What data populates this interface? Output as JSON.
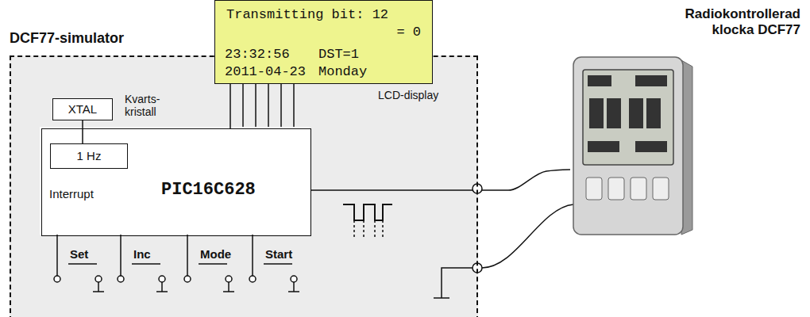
{
  "diagram": {
    "nodes": [
      {
        "text": [
          "DCF77-simulator"
        ]
      },
      {
        "text": [
          "Transmitting bit: 12",
          "= 0",
          "23:32:56",
          "DST=1",
          "2011-04-23",
          "Monday"
        ]
      },
      {
        "text": [
          "XTAL"
        ],
        "in": 0
      },
      {
        "text": [
          "PIC16C628"
        ],
        "in": 0
      },
      {
        "text": [
          "1 Hz",
          "Interrupt"
        ],
        "in": 3
      },
      {
        "text": [
          "Radiokontrollerad klocka DCF77"
        ]
      }
    ],
    "edges": [
      {
        "from": 1,
        "to": 3,
        "arrow": "none"
      },
      {
        "from": 2,
        "to": 4,
        "arrow": "none"
      },
      {
        "from": 3,
        "to": 5,
        "arrow": "none"
      }
    ],
    "labels": [
      "LCD-display",
      "Kvarts- kristall",
      "Set",
      "Inc",
      "Mode",
      "Start"
    ]
  }
}
